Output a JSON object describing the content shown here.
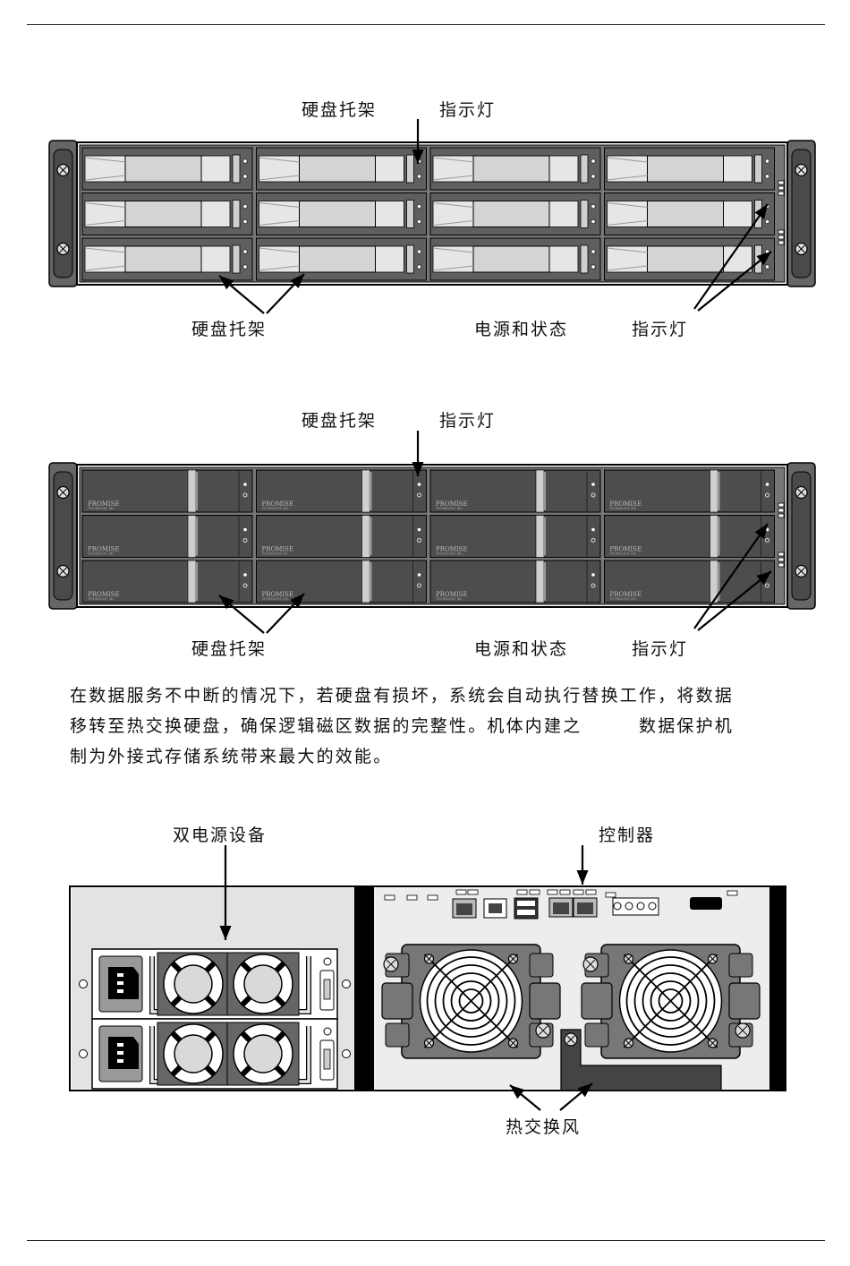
{
  "figure1": {
    "labels": {
      "drive_carrier_top": "硬盘托架",
      "indicator_top": "指示灯",
      "drive_carrier_bottom": "硬盘托架",
      "power_status": "电源和状态",
      "indicator_bottom": "指示灯"
    }
  },
  "figure2": {
    "labels": {
      "drive_carrier_top": "硬盘托架",
      "indicator_top": "指示灯",
      "drive_carrier_bottom": "硬盘托架",
      "power_status": "电源和状态",
      "indicator_bottom": "指示灯"
    },
    "bay_brand": "PROMISE",
    "bay_brand_sub": "TECHNOLOGY, INC."
  },
  "paragraph": {
    "line1": "在数据服务不中断的情况下，若硬盘有损坏，系统会自动执行替换工作，将数据",
    "line2": "移转至热交换硬盘，确保逻辑磁区数据的完整性。机体内建之　　　数据保护机",
    "line3": "制为外接式存储系统带来最大的效能。"
  },
  "figure3": {
    "labels": {
      "dual_power": "双电源设备",
      "controller": "控制器",
      "hot_swap_fan": "热交换风"
    }
  }
}
